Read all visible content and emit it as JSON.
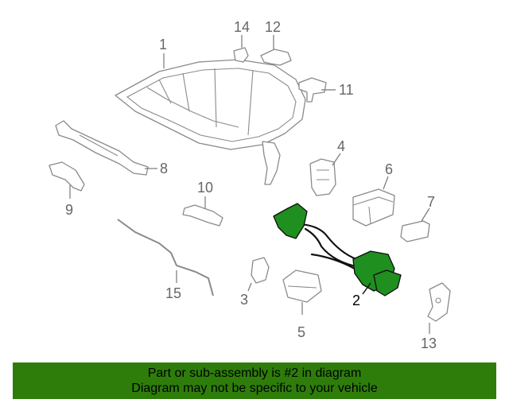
{
  "callouts": {
    "c1": "1",
    "c2": "2",
    "c3": "3",
    "c4": "4",
    "c5": "5",
    "c6": "6",
    "c7": "7",
    "c8": "8",
    "c9": "9",
    "c10": "10",
    "c11": "11",
    "c12": "12",
    "c13": "13",
    "c14": "14",
    "c15": "15"
  },
  "highlighted_part": "2",
  "banner": {
    "line1": "Part or sub-assembly is #2 in diagram",
    "line2": "Diagram may not be specific to your vehicle"
  },
  "colors": {
    "highlight": "#1f8f1f",
    "banner": "#2e7d0a",
    "line_art": "#8a8a8a"
  }
}
